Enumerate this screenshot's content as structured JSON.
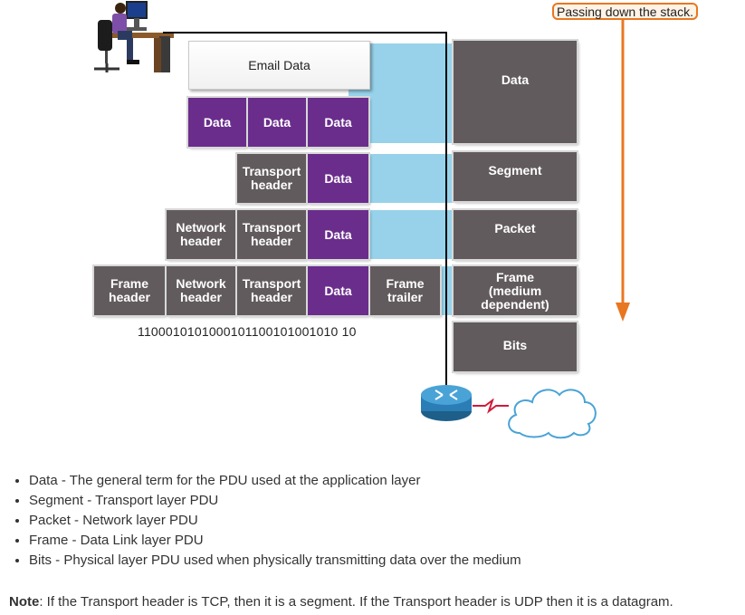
{
  "diagram": {
    "stack_label": "Passing down the stack.",
    "email_data": "Email Data",
    "rows": {
      "app": [
        "Data",
        "Data",
        "Data"
      ],
      "transport": [
        "Transport\nheader",
        "Data"
      ],
      "network": [
        "Network\nheader",
        "Transport\nheader",
        "Data"
      ],
      "frame": [
        "Frame\nheader",
        "Network\nheader",
        "Transport\nheader",
        "Data",
        "Frame\ntrailer"
      ]
    },
    "bits": "1100010101000101100101001010 10",
    "pdus": [
      "Data",
      "Segment",
      "Packet",
      "Frame\n(medium\ndependent)",
      "Bits"
    ],
    "colors": {
      "gray": "#625b5d",
      "purple": "#6a2d8c",
      "band": "#97d2ea",
      "arrow": "#e87722"
    }
  },
  "definitions": [
    {
      "term": "Data",
      "desc": " - The general term for the PDU used at the application layer"
    },
    {
      "term": "Segment",
      "desc": " - Transport layer PDU"
    },
    {
      "term": "Packet",
      "desc": " - Network layer PDU"
    },
    {
      "term": "Frame",
      "desc": " - Data Link layer PDU"
    },
    {
      "term": "Bits",
      "desc": " - Physical layer PDU used when physically transmitting data over the medium"
    }
  ],
  "note": {
    "label": "Note",
    "text": ": If the Transport header is TCP, then it is a segment. If the Transport header is UDP then it is a datagram."
  }
}
